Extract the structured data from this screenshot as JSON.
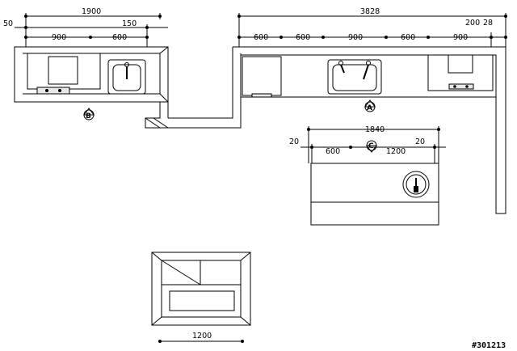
{
  "dimensions": {
    "left_overall": "1900",
    "left_offset": "50",
    "left_right_gap": "150",
    "left_seg1": "900",
    "left_seg2": "600",
    "right_overall": "3828",
    "right_end1": "200",
    "right_end2": "28",
    "right_seg1": "600",
    "right_seg2": "600",
    "right_seg3": "900",
    "right_seg4": "600",
    "right_seg5": "900",
    "island_overall": "1840",
    "island_left_gap": "20",
    "island_seg1": "600",
    "island_seg2": "1200",
    "island_right_gap": "20",
    "bottom_width": "1200"
  },
  "elevation_marks": {
    "left": "B",
    "right": "A",
    "island": "C"
  },
  "reference_id": "#301213"
}
